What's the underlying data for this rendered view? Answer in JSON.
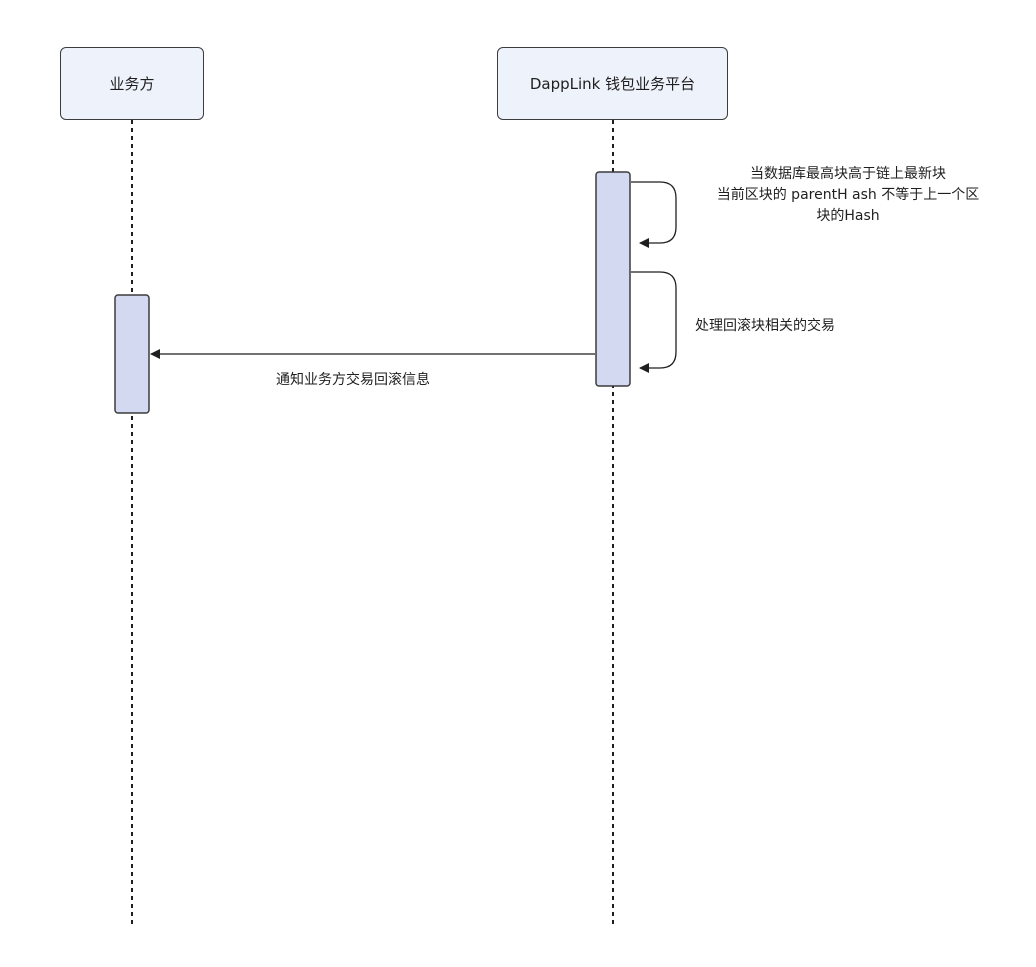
{
  "participants": [
    {
      "label": "业务方"
    },
    {
      "label": "DappLink 钱包业务平台"
    }
  ],
  "messages": [
    {
      "from": "DappLink 钱包业务平台",
      "to": "DappLink 钱包业务平台",
      "type": "self",
      "lines": [
        "当数据库最高块高于链上最新块",
        "当前区块的 parentH ash 不等于上一个区",
        "块的Hash"
      ]
    },
    {
      "from": "DappLink 钱包业务平台",
      "to": "DappLink 钱包业务平台",
      "type": "self",
      "lines": [
        "处理回滚块相关的交易"
      ]
    },
    {
      "from": "DappLink 钱包业务平台",
      "to": "业务方",
      "type": "arrow",
      "lines": [
        "通知业务方交易回滚信息"
      ]
    }
  ],
  "colors": {
    "actor_fill": "#eef2fb",
    "activation_fill": "#d4d9f2",
    "line": "#1f1f1f"
  }
}
